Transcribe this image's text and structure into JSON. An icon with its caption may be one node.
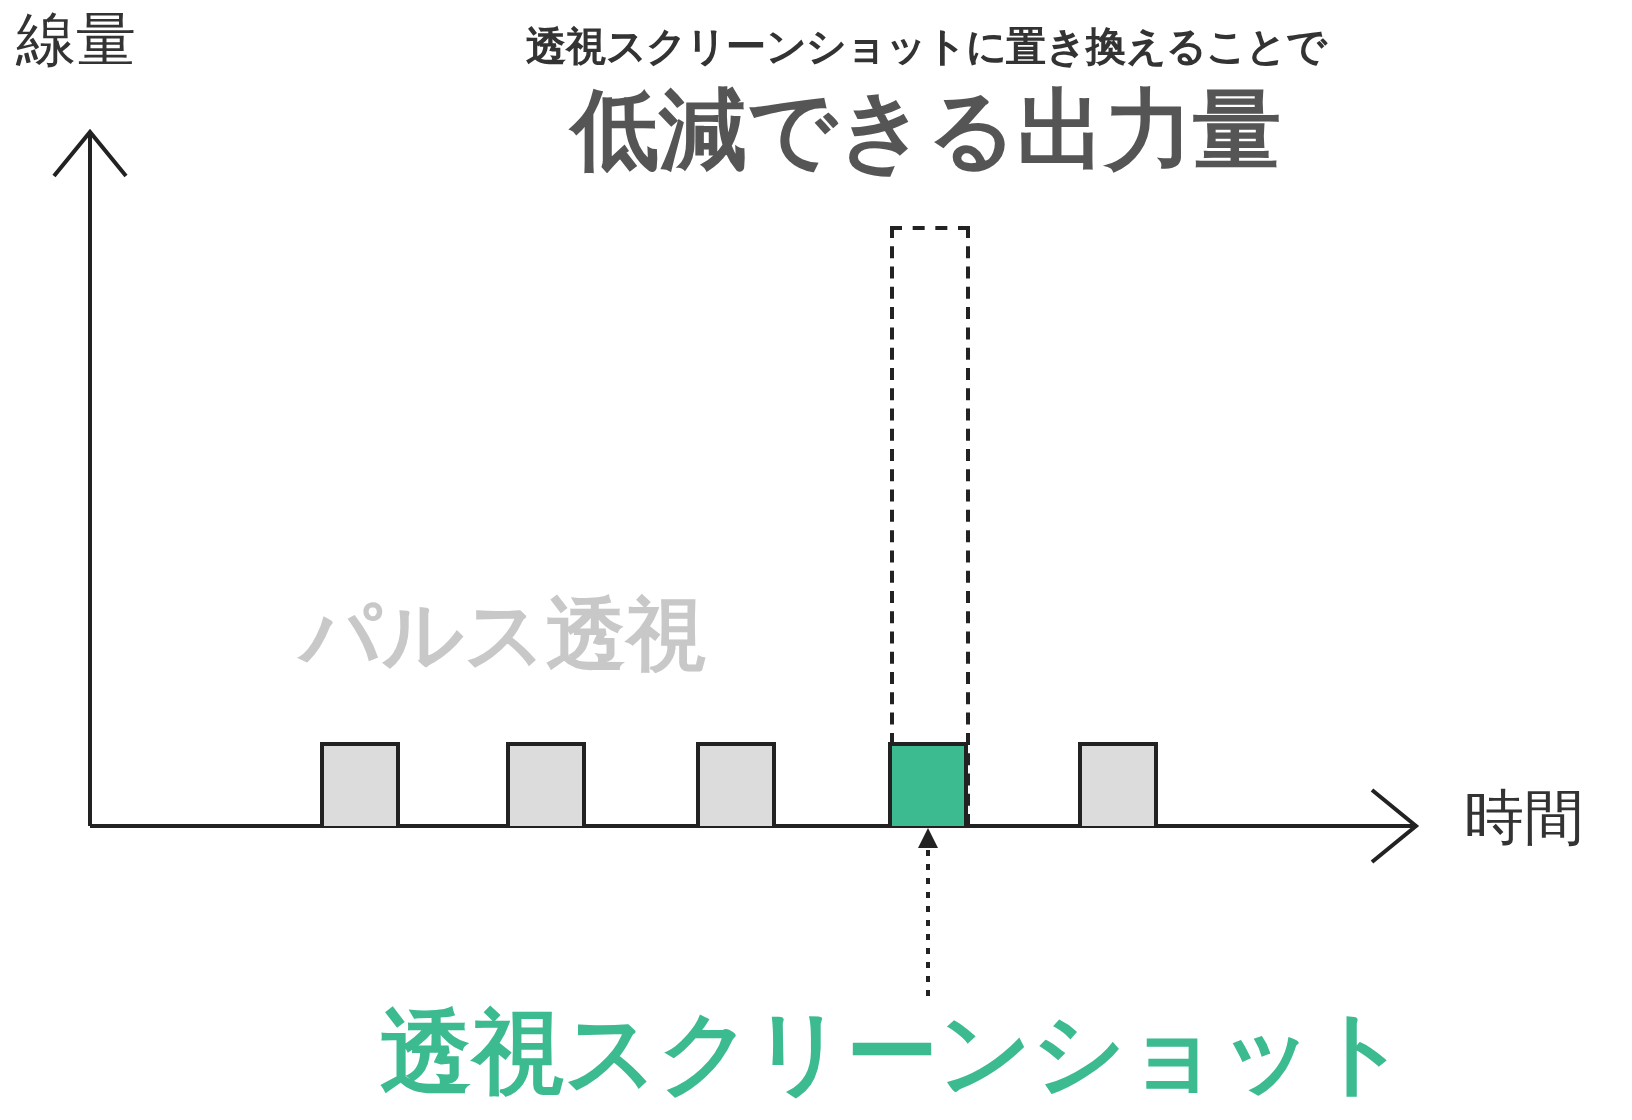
{
  "diagram": {
    "nodes": [
      {
        "text": [],
        "shape": "box"
      },
      {
        "text": [],
        "shape": "bar"
      },
      {
        "text": [],
        "shape": "bar"
      },
      {
        "text": [],
        "shape": "bar"
      },
      {
        "text": [],
        "shape": "bar",
        "in": 0
      },
      {
        "text": [],
        "shape": "bar"
      },
      {
        "text": [
          "透視スクリーンショット"
        ]
      }
    ],
    "edges": [
      {
        "from": 6,
        "to": 4,
        "arrow": "to",
        "style": "dashed"
      }
    ],
    "labels": [
      "線量",
      "透視スクリーンショットに置き換えることで",
      "低減できる出力量",
      "パルス透視",
      "時間"
    ]
  }
}
